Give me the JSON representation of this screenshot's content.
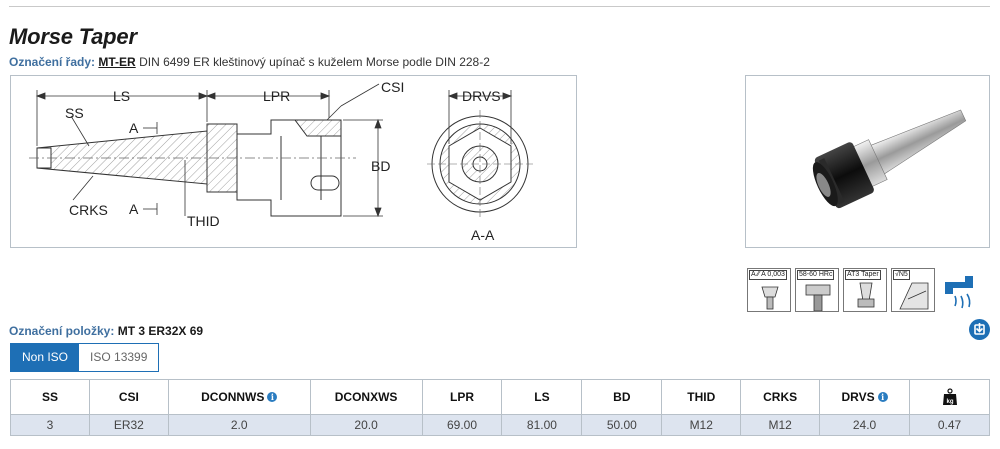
{
  "title": "Morse Taper",
  "series": {
    "label": "Označení řady:",
    "code": "MT-ER",
    "description": "DIN 6499 ER kleštinový upínač s kuželem Morse podle DIN 228-2"
  },
  "drawing": {
    "labels": {
      "ls": "LS",
      "lpr": "LPR",
      "csi": "CSI",
      "ss": "SS",
      "a_top": "A",
      "a_bottom": "A",
      "crks": "CRKS",
      "thid": "THID",
      "bd": "BD",
      "drvs": "DRVS",
      "section": "A-A"
    }
  },
  "feature_icons": [
    {
      "name": "runout-icon",
      "caption": "A ⁄⁄ A 0,003"
    },
    {
      "name": "hardness-icon",
      "caption": "58-60 HRc"
    },
    {
      "name": "taper-icon",
      "caption": "AT3 Taper"
    },
    {
      "name": "finish-icon",
      "caption": "√N5"
    },
    {
      "name": "coolant-icon",
      "caption": ""
    }
  ],
  "item": {
    "label": "Označení položky:",
    "value": "MT 3 ER32X 69"
  },
  "standards": [
    "Non ISO",
    "ISO 13399"
  ],
  "active_standard": "Non ISO",
  "table": {
    "headers": [
      "SS",
      "CSI",
      "DCONNWS",
      "DCONXWS",
      "LPR",
      "LS",
      "BD",
      "THID",
      "CRKS",
      "DRVS"
    ],
    "row": [
      "3",
      "ER32",
      "2.0",
      "20.0",
      "69.00",
      "81.00",
      "50.00",
      "M12",
      "M12",
      "24.0",
      "0.47"
    ],
    "weight_unit": "kg"
  },
  "colors": {
    "accent": "#1e6fb5",
    "label_blue": "#3f6f9f",
    "row_bg": "#dde4ef",
    "border": "#b7c0c8"
  }
}
